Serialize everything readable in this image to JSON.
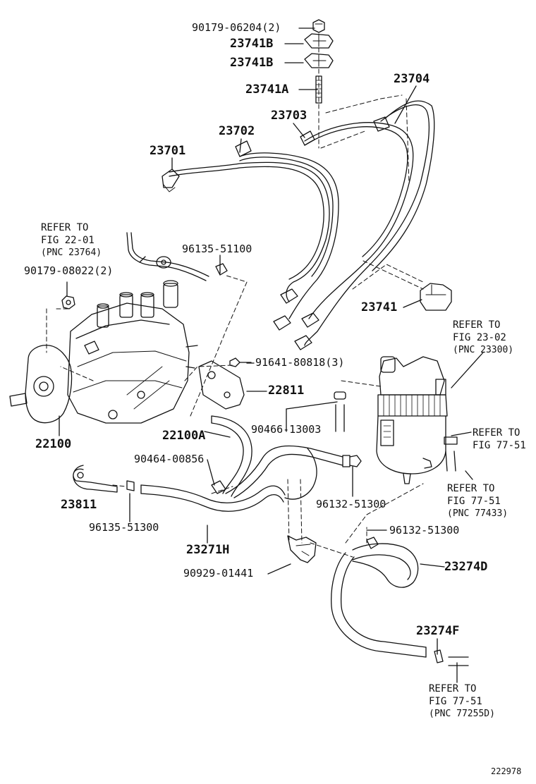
{
  "parts": {
    "nut_top": "90179-06204(2)",
    "clamp_b1": "23741B",
    "clamp_b2": "23741B",
    "stud_a": "23741A",
    "pipe_23704": "23704",
    "pipe_23703": "23703",
    "pipe_23702": "23702",
    "pipe_23701": "23701",
    "clamp_23741": "23741",
    "nut_pump": "90179-08022(2)",
    "clip_96135_top": "96135-51100",
    "bolt_91641": "91641-80818(3)",
    "bracket_22811": "22811",
    "pump_22100": "22100",
    "hose_22100a": "22100A",
    "clip_90466": "90466-13003",
    "clip_90464": "90464-00856",
    "clip_96132_a": "96132-51300",
    "union_23811": "23811",
    "clip_96135_bottom": "96135-51300",
    "hose_23271h": "23271H",
    "clamp_90929": "90929-01441",
    "clip_96132_b": "96132-51300",
    "hose_23274d": "23274D",
    "hose_23274f": "23274F"
  },
  "refs": {
    "r1": {
      "l1": "REFER TO",
      "l2": "FIG 22-01",
      "l3": "(PNC 23764)"
    },
    "r2": {
      "l1": "REFER TO",
      "l2": "FIG 23-02",
      "l3": "(PNC 23300)"
    },
    "r3": {
      "l1": "REFER TO",
      "l2": "FIG 77-51"
    },
    "r4": {
      "l1": "REFER TO",
      "l2": "FIG 77-51",
      "l3": "(PNC 77433)"
    },
    "r5": {
      "l1": "REFER TO",
      "l2": "FIG 77-51",
      "l3": "(PNC 77255D)"
    }
  },
  "figure_id": "222978"
}
